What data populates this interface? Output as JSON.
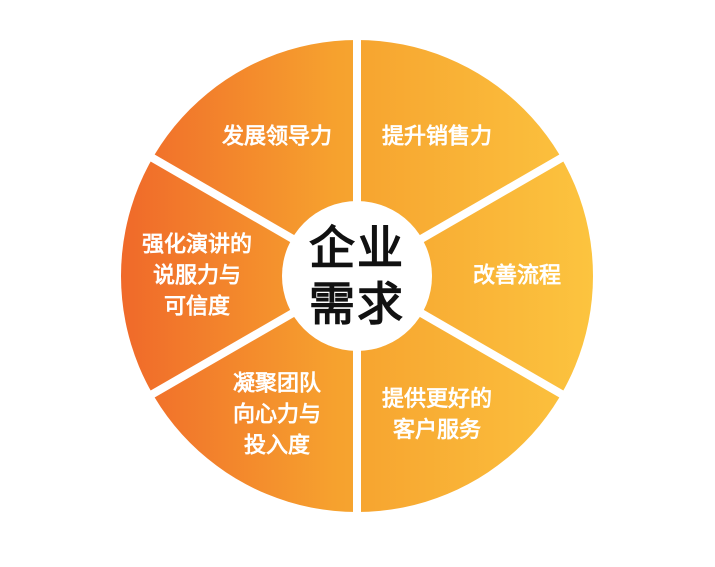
{
  "center": {
    "line1": "企业",
    "line2": "需求"
  },
  "segments": [
    {
      "lines": [
        "提升销售力"
      ]
    },
    {
      "lines": [
        "改善流程"
      ]
    },
    {
      "lines": [
        "提供更好的",
        "客户服务"
      ]
    },
    {
      "lines": [
        "凝聚团队",
        "向心力与",
        "投入度"
      ]
    },
    {
      "lines": [
        "强化演讲的",
        "说服力与",
        "可信度"
      ]
    },
    {
      "lines": [
        "发展领导力"
      ]
    }
  ],
  "colors": {
    "gradient_left": "#F0692A",
    "gradient_mid": "#F6A12E",
    "gradient_right": "#FCC43F",
    "divider": "#ffffff",
    "center_fill": "#ffffff",
    "center_text": "#111111"
  }
}
